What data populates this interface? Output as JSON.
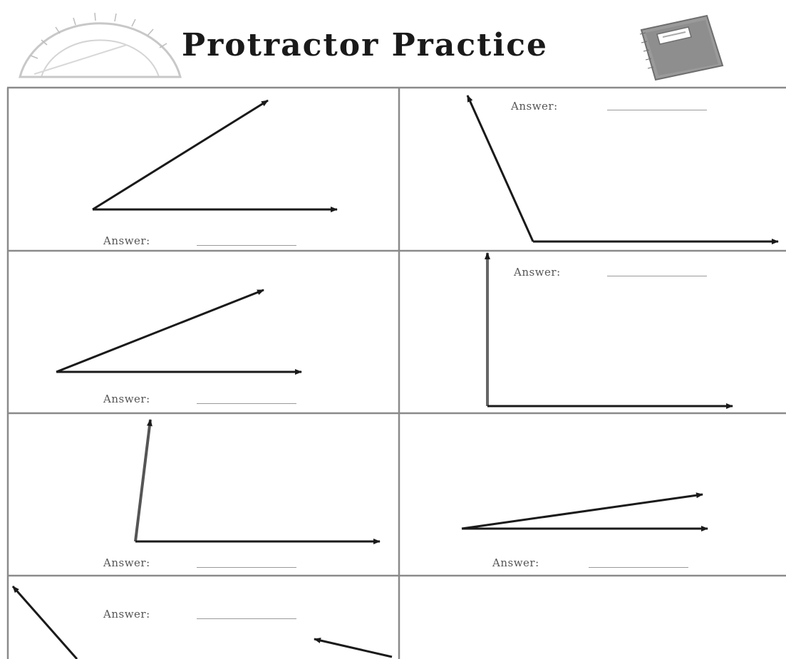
{
  "header": {
    "title": "Protractor Practice"
  },
  "worksheet": {
    "answer_label": "Answer:",
    "problem_count": 7
  },
  "colors": {
    "ink": "#1a1a1a",
    "grid": "#8a8a8a",
    "book": "#8e8e8e"
  },
  "icons": [
    "protractor-icon",
    "notebook-icon"
  ]
}
